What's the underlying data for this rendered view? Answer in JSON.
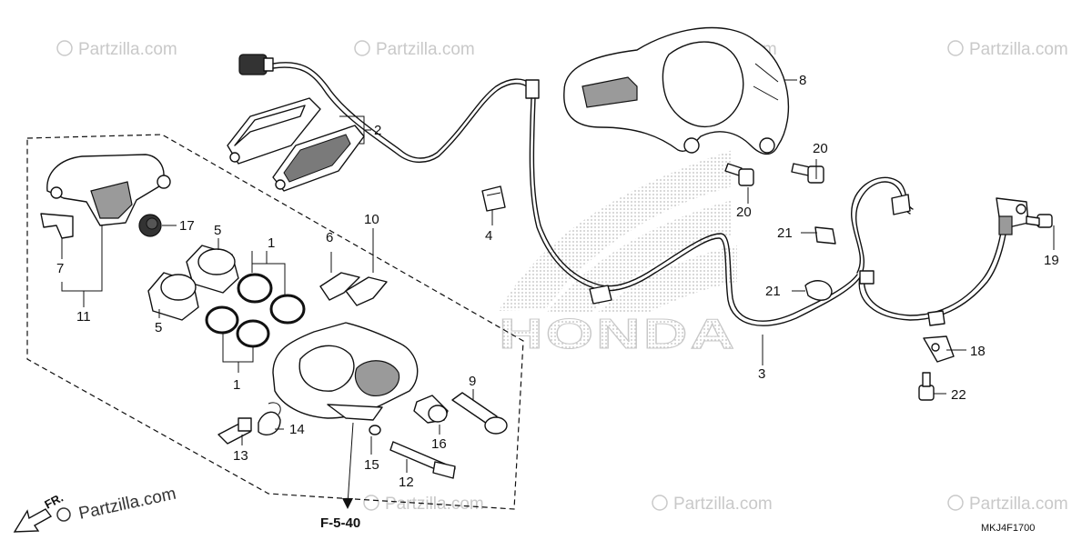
{
  "watermark": {
    "text": "Partzilla.com",
    "symbol": "©"
  },
  "brand_logo": {
    "text": "HONDA"
  },
  "front_indicator": {
    "label": "FR."
  },
  "reference": {
    "label": "F-5-40"
  },
  "diagram_code": {
    "label": "MKJ4F1700"
  },
  "callouts": {
    "c1a": "1",
    "c1b": "1",
    "c2": "2",
    "c3": "3",
    "c4": "4",
    "c5a": "5",
    "c5b": "5",
    "c6": "6",
    "c7": "7",
    "c8": "8",
    "c9": "9",
    "c10": "10",
    "c11": "11",
    "c12": "12",
    "c13": "13",
    "c14": "14",
    "c15": "15",
    "c16": "16",
    "c17": "17",
    "c18": "18",
    "c19": "19",
    "c20a": "20",
    "c20b": "20",
    "c21a": "21",
    "c21b": "21",
    "c22": "22"
  },
  "colors": {
    "line": "#111111",
    "watermark": "#c9c9c9",
    "logo_dots": "#bdbdbd"
  }
}
